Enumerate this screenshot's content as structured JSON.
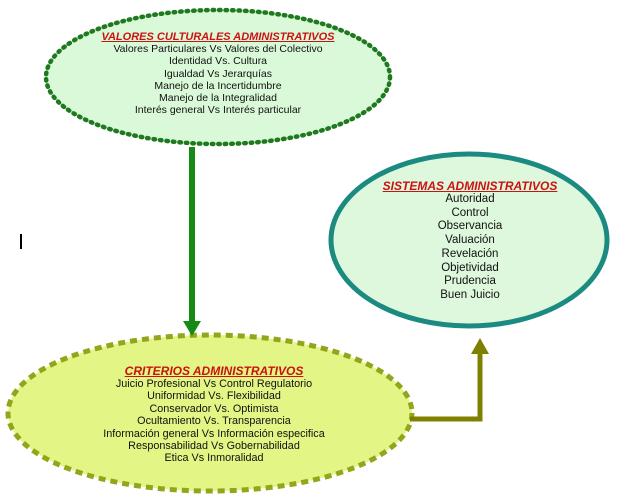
{
  "colors": {
    "top_fill": "#daf9d8",
    "top_border": "#1f7a1f",
    "right_fill": "#ddf8dc",
    "right_border": "#1b8a80",
    "bottom_fill": "#e3f585",
    "bottom_border": "#95a51b",
    "arrow_green": "#158a15",
    "arrow_olive": "#808000",
    "title_red": "#cc1111"
  },
  "nodes": {
    "valores": {
      "title": "VALORES CULTURALES ADMINISTRATIVOS",
      "items": [
        "Valores Particulares Vs Valores del Colectivo",
        "Identidad Vs. Cultura",
        "Igualdad Vs Jerarquías",
        "Manejo de la Incertidumbre",
        "Manejo de la Integralidad",
        "Interés general Vs Interés particular"
      ]
    },
    "sistemas": {
      "title": "SISTEMAS ADMINISTRATIVOS",
      "items": [
        "Autoridad",
        "Control",
        "Observancia",
        "Valuación",
        "Revelación",
        "Objetividad",
        "Prudencia",
        "Buen Juicio"
      ]
    },
    "criterios": {
      "title": "CRITERIOS ADMINISTRATIVOS",
      "items": [
        "Juicio Profesional Vs Control Regulatorio",
        "Uniformidad Vs. Flexibilidad",
        "Conservador Vs. Optimista",
        "Ocultamiento Vs. Transparencia",
        "Información general Vs Información especifica",
        "Responsabilidad Vs Gobernabilidad",
        "Etica Vs Inmoralidad"
      ]
    }
  }
}
